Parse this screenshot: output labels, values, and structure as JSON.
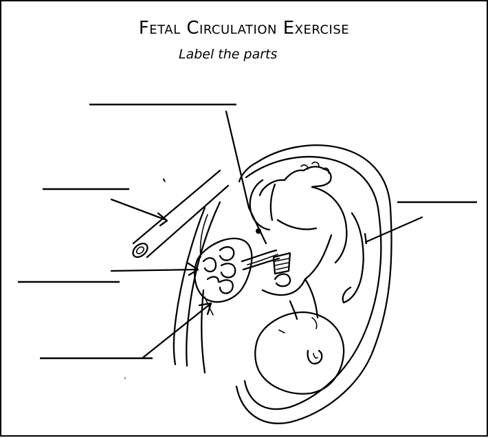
{
  "worksheet": {
    "title": "Fetal Circulation Exercise",
    "subtitle": "Label the parts"
  },
  "diagram": {
    "subject": "fetus-in-uterus-with-placenta-and-umbilical-cord",
    "answer_blanks": [
      "blank-1",
      "blank-2",
      "blank-3",
      "blank-4",
      "blank-5"
    ]
  },
  "colors": {
    "ink": "#000000",
    "paper": "#ffffff"
  }
}
